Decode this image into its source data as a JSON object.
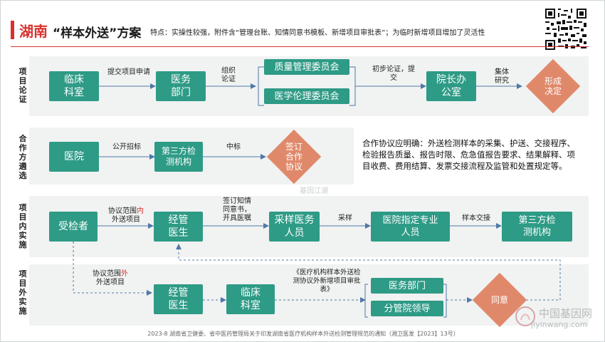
{
  "header": {
    "title_main": "湖南",
    "title_sub": "“样本外送”方案",
    "note": "特点：实操性较强，附件含“管理台账、知情同意书模板、新增项目审批表”；为临时新增项目增加了灵活性"
  },
  "rows": {
    "r1": "项目论证",
    "r2": "合作方遴选",
    "r3": "项目内实施",
    "r4": "项目外实施"
  },
  "row1": {
    "b1": "临床科室",
    "l1": "提交项目申请",
    "b2": "医务部门",
    "l2": "组织论证",
    "c1": "质量管理委员会",
    "c2": "医学伦理委员会",
    "l3": "初步论证，提交",
    "b3": "院长办公室",
    "l4": "集体研究",
    "d1": "形成决定"
  },
  "row2": {
    "b1": "医院",
    "l1": "公开招标",
    "b2": "第三方检测机构",
    "l2": "中标",
    "d1": "签订合作协议",
    "para": "合作协议应明确：外送检测样本的采集、护送、交接程序、检验报告质量、报告时限、危急值报告要求、结果解释、项目收费、费用结算、发票交接流程及监管和处置规定等。"
  },
  "row3": {
    "b1": "受检者",
    "l1a": "协议范围",
    "l1b": "内",
    "l1c": "外送项目",
    "b2": "经管医生",
    "l2": "签订知情同意书，开具医嘱",
    "b3": "采样医务人员",
    "l3": "采样",
    "b4": "医院指定专业人员",
    "l4": "样本交接",
    "b5": "第三方检测机构"
  },
  "row4": {
    "l1a": "协议范围",
    "l1b": "外",
    "l1c": "外送项目",
    "b1": "经管医生",
    "b2": "临床科室",
    "l2": "《医疗机构样本外送检测协议外新增项目审批表》",
    "c1": "医务部门",
    "c2": "分管院领导",
    "d1": "同意"
  },
  "footer": "2023-8  湖南省卫健委、省中医药管理局关于印发湖南省医疗机构样本外送检测管理规范的通知（湘卫医发【2023】13号）",
  "watermark": "基因江湖",
  "brand": {
    "cn": "中国基因网",
    "url": "jiyinwang.com"
  },
  "colors": {
    "teal": "#2e9b86",
    "salmon": "#e0896a",
    "red": "#d9312d",
    "band": "#f1f2f2"
  }
}
